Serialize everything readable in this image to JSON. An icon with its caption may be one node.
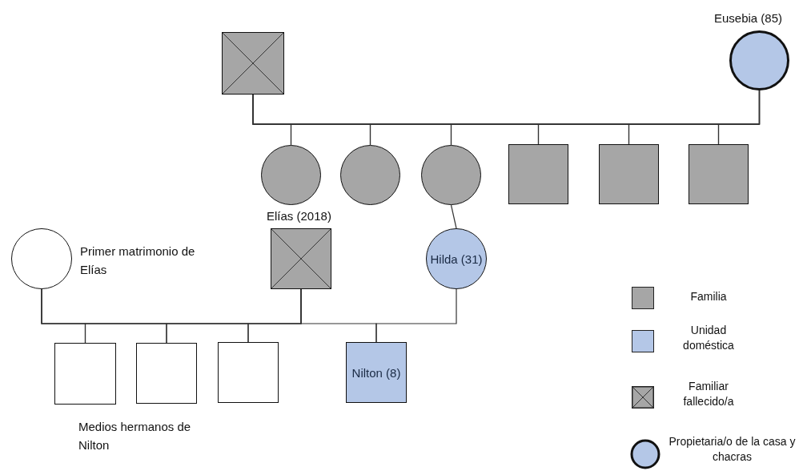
{
  "diagram": {
    "nodes": [
      {
        "text": [],
        "shape": "box"
      },
      {
        "text": [
          "Eusebia (85)"
        ]
      },
      {
        "text": [],
        "shape": "circle"
      },
      {
        "text": [],
        "shape": "circle"
      },
      {
        "text": [],
        "shape": "circle"
      },
      {
        "text": [],
        "shape": "box"
      },
      {
        "text": [],
        "shape": "box"
      },
      {
        "text": [],
        "shape": "box"
      },
      {
        "text": [],
        "shape": "circle",
        "beside": [
          "Primer matrimonio de Elías"
        ]
      },
      {
        "text": [
          "Elías (2018)"
        ]
      },
      {
        "text": [
          "Hilda (31)"
        ]
      },
      {
        "text": [],
        "shape": "box"
      },
      {
        "text": [],
        "shape": "box"
      },
      {
        "text": [],
        "shape": "box"
      },
      {
        "text": [
          "Nilton (8)"
        ]
      }
    ],
    "edges": [
      {
        "from": 0,
        "to": 2,
        "arrow": "none"
      },
      {
        "from": 0,
        "to": 3,
        "arrow": "none"
      },
      {
        "from": 0,
        "to": 4,
        "arrow": "none"
      },
      {
        "from": 0,
        "to": 5,
        "arrow": "none"
      },
      {
        "from": 0,
        "to": 6,
        "arrow": "none"
      },
      {
        "from": 0,
        "to": 7,
        "arrow": "none"
      },
      {
        "from": 1,
        "to": 2,
        "arrow": "none"
      },
      {
        "from": 1,
        "to": 3,
        "arrow": "none"
      },
      {
        "from": 1,
        "to": 4,
        "arrow": "none"
      },
      {
        "from": 1,
        "to": 5,
        "arrow": "none"
      },
      {
        "from": 1,
        "to": 6,
        "arrow": "none"
      },
      {
        "from": 1,
        "to": 7,
        "arrow": "none"
      },
      {
        "from": 4,
        "to": 10,
        "arrow": "none"
      },
      {
        "from": 8,
        "to": 11,
        "arrow": "none"
      },
      {
        "from": 8,
        "to": 12,
        "arrow": "none"
      },
      {
        "from": 8,
        "to": 13,
        "arrow": "none"
      },
      {
        "from": 9,
        "to": 11,
        "arrow": "none"
      },
      {
        "from": 9,
        "to": 12,
        "arrow": "none"
      },
      {
        "from": 9,
        "to": 13,
        "arrow": "none"
      },
      {
        "from": 9,
        "to": 14,
        "arrow": "none"
      },
      {
        "from": 10,
        "to": 14,
        "arrow": "none"
      }
    ],
    "labels": [
      "Medios hermanos de Nilton"
    ],
    "legend": [
      {
        "text": "Familia",
        "color": "#a6a6a6"
      },
      {
        "text": "Unidad doméstica",
        "color": "#b4c7e7"
      },
      {
        "text": "Familiar fallecido/a"
      },
      {
        "text": "Propietaria/o de la casa y chacras"
      }
    ]
  }
}
